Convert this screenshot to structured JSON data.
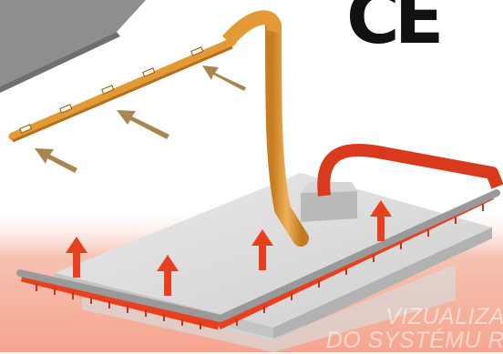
{
  "mark": {
    "text": "CE"
  },
  "caption": {
    "line1": "VIZUALIZA",
    "line2": "DO SYSTÉMU R"
  },
  "colors": {
    "supply_duct": "#e8a23c",
    "return_duct": "#e8401f",
    "rail": "#9a9a9a",
    "flow_arrow_in": "#a9854f",
    "flow_arrow_up": "#e8401f",
    "gradient_band": "#f5b7a6"
  },
  "icons": [
    "ce-mark",
    "arrow-icon"
  ]
}
